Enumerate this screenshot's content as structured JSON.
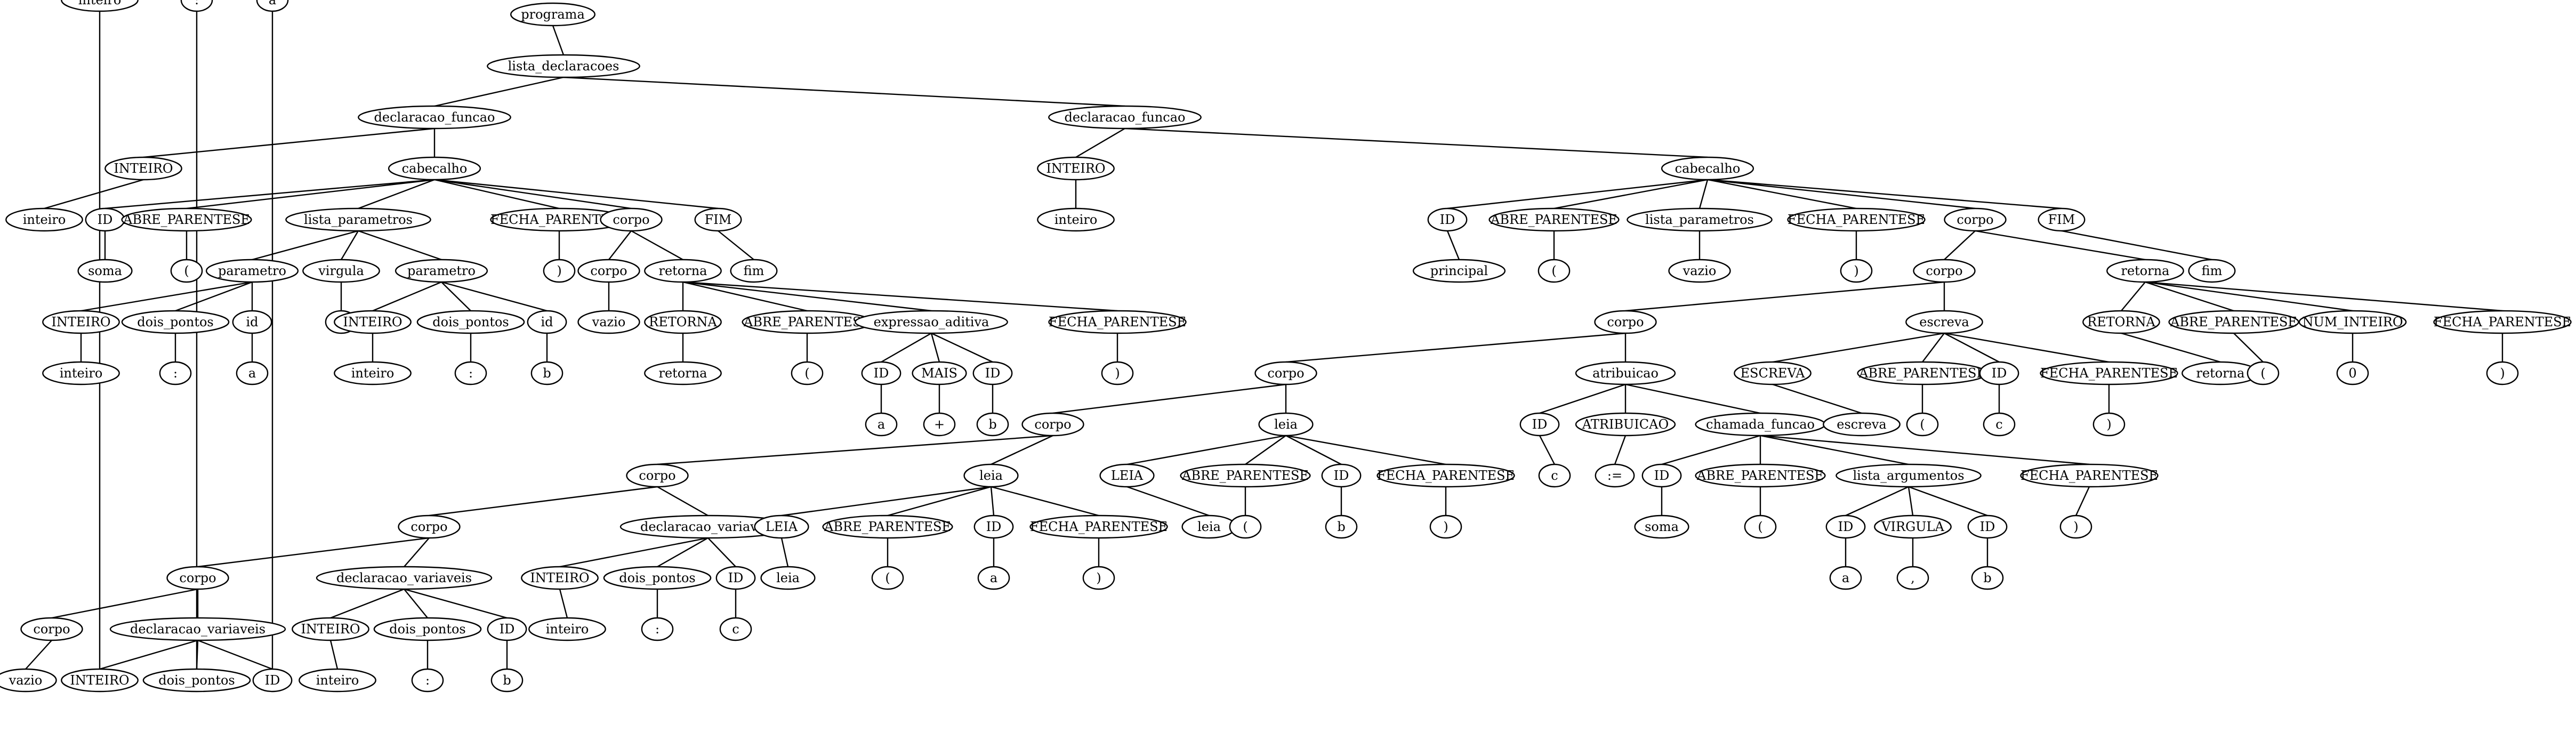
{
  "diagram": {
    "type": "tree",
    "nodes": [
      {
        "id": "n0",
        "label": "programa"
      },
      {
        "id": "n1",
        "label": "lista_declaracoes",
        "parent": "n0"
      },
      {
        "id": "n2",
        "label": "declaracao_funcao",
        "parent": "n1"
      },
      {
        "id": "n3",
        "label": "INTEIRO",
        "parent": "n2"
      },
      {
        "id": "n4",
        "label": "inteiro",
        "parent": "n3"
      },
      {
        "id": "n5",
        "label": "cabecalho",
        "parent": "n2"
      },
      {
        "id": "n6",
        "label": "ID",
        "parent": "n5"
      },
      {
        "id": "n7",
        "label": "soma",
        "parent": "n6"
      },
      {
        "id": "n8",
        "label": "ABRE_PARENTESE",
        "parent": "n5"
      },
      {
        "id": "n9",
        "label": "(",
        "parent": "n8"
      },
      {
        "id": "n10",
        "label": "lista_parametros",
        "parent": "n5"
      },
      {
        "id": "n11",
        "label": "parametro",
        "parent": "n10"
      },
      {
        "id": "n12",
        "label": "INTEIRO",
        "parent": "n11"
      },
      {
        "id": "n13",
        "label": "inteiro",
        "parent": "n12"
      },
      {
        "id": "n14",
        "label": "dois_pontos",
        "parent": "n11"
      },
      {
        "id": "n15",
        "label": ":",
        "parent": "n14"
      },
      {
        "id": "n16",
        "label": "id",
        "parent": "n11"
      },
      {
        "id": "n17",
        "label": "a",
        "parent": "n16"
      },
      {
        "id": "n18",
        "label": "virgula",
        "parent": "n10"
      },
      {
        "id": "n19",
        "label": ",",
        "parent": "n18"
      },
      {
        "id": "n20",
        "label": "parametro",
        "parent": "n10"
      },
      {
        "id": "n21",
        "label": "INTEIRO",
        "parent": "n20"
      },
      {
        "id": "n22",
        "label": "inteiro",
        "parent": "n21"
      },
      {
        "id": "n23",
        "label": "dois_pontos",
        "parent": "n20"
      },
      {
        "id": "n24",
        "label": ":",
        "parent": "n23"
      },
      {
        "id": "n25",
        "label": "id",
        "parent": "n20"
      },
      {
        "id": "n26",
        "label": "b",
        "parent": "n25"
      },
      {
        "id": "n27",
        "label": "FECHA_PARENTESE",
        "parent": "n5"
      },
      {
        "id": "n28",
        "label": ")",
        "parent": "n27"
      },
      {
        "id": "n29",
        "label": "corpo",
        "parent": "n5"
      },
      {
        "id": "n30",
        "label": "corpo",
        "parent": "n29"
      },
      {
        "id": "n31",
        "label": "vazio",
        "parent": "n30"
      },
      {
        "id": "n32",
        "label": "retorna",
        "parent": "n29"
      },
      {
        "id": "n33",
        "label": "RETORNA",
        "parent": "n32"
      },
      {
        "id": "n34",
        "label": "retorna",
        "parent": "n33"
      },
      {
        "id": "n35",
        "label": "ABRE_PARENTESE",
        "parent": "n32"
      },
      {
        "id": "n36",
        "label": "(",
        "parent": "n35"
      },
      {
        "id": "n37",
        "label": "expressao_aditiva",
        "parent": "n32"
      },
      {
        "id": "n38",
        "label": "ID",
        "parent": "n37"
      },
      {
        "id": "n39",
        "label": "a",
        "parent": "n38"
      },
      {
        "id": "n40",
        "label": "MAIS",
        "parent": "n37"
      },
      {
        "id": "n41",
        "label": "+",
        "parent": "n40"
      },
      {
        "id": "n42",
        "label": "ID",
        "parent": "n37"
      },
      {
        "id": "n43",
        "label": "b",
        "parent": "n42"
      },
      {
        "id": "n44",
        "label": "FECHA_PARENTESE",
        "parent": "n32"
      },
      {
        "id": "n45",
        "label": ")",
        "parent": "n44"
      },
      {
        "id": "n46",
        "label": "FIM",
        "parent": "n5"
      },
      {
        "id": "n47",
        "label": "fim",
        "parent": "n46"
      },
      {
        "id": "n48",
        "label": "declaracao_funcao",
        "parent": "n1"
      },
      {
        "id": "n49",
        "label": "INTEIRO",
        "parent": "n48"
      },
      {
        "id": "n50",
        "label": "inteiro",
        "parent": "n49"
      },
      {
        "id": "n51",
        "label": "cabecalho",
        "parent": "n48"
      },
      {
        "id": "n52",
        "label": "ID",
        "parent": "n51"
      },
      {
        "id": "n53",
        "label": "principal",
        "parent": "n52"
      },
      {
        "id": "n54",
        "label": "ABRE_PARENTESE",
        "parent": "n51"
      },
      {
        "id": "n55",
        "label": "(",
        "parent": "n54"
      },
      {
        "id": "n56",
        "label": "lista_parametros",
        "parent": "n51"
      },
      {
        "id": "n57",
        "label": "vazio",
        "parent": "n56"
      },
      {
        "id": "n58",
        "label": "FECHA_PARENTESE",
        "parent": "n51"
      },
      {
        "id": "n59",
        "label": ")",
        "parent": "n58"
      },
      {
        "id": "n60",
        "label": "corpo",
        "parent": "n51"
      },
      {
        "id": "n61",
        "label": "corpo",
        "parent": "n60"
      },
      {
        "id": "n62",
        "label": "corpo",
        "parent": "n61"
      },
      {
        "id": "n63",
        "label": "corpo",
        "parent": "n62"
      },
      {
        "id": "n64",
        "label": "corpo",
        "parent": "n63"
      },
      {
        "id": "n65",
        "label": "corpo",
        "parent": "n64"
      },
      {
        "id": "n66",
        "label": "corpo",
        "parent": "n65"
      },
      {
        "id": "n67",
        "label": "corpo",
        "parent": "n66"
      },
      {
        "id": "n68",
        "label": "corpo",
        "parent": "n67"
      },
      {
        "id": "n69",
        "label": "vazio",
        "parent": "n68"
      },
      {
        "id": "n70",
        "label": "declaracao_variaveis",
        "parent": "n67"
      },
      {
        "id": "n71",
        "label": "INTEIRO",
        "parent": "n70"
      },
      {
        "id": "n72",
        "label": "inteiro",
        "parent": "n71"
      },
      {
        "id": "n73",
        "label": "dois_pontos",
        "parent": "n70"
      },
      {
        "id": "n74",
        "label": ":",
        "parent": "n73"
      },
      {
        "id": "n75",
        "label": "ID",
        "parent": "n70"
      },
      {
        "id": "n76",
        "label": "a",
        "parent": "n75"
      },
      {
        "id": "n77",
        "label": "declaracao_variaveis",
        "parent": "n66"
      },
      {
        "id": "n78",
        "label": "INTEIRO",
        "parent": "n77"
      },
      {
        "id": "n79",
        "label": "inteiro",
        "parent": "n78"
      },
      {
        "id": "n80",
        "label": "dois_pontos",
        "parent": "n77"
      },
      {
        "id": "n81",
        "label": ":",
        "parent": "n80"
      },
      {
        "id": "n82",
        "label": "ID",
        "parent": "n77"
      },
      {
        "id": "n83",
        "label": "b",
        "parent": "n82"
      },
      {
        "id": "n84",
        "label": "declaracao_variaveis",
        "parent": "n65"
      },
      {
        "id": "n85",
        "label": "INTEIRO",
        "parent": "n84"
      },
      {
        "id": "n86",
        "label": "inteiro",
        "parent": "n85"
      },
      {
        "id": "n87",
        "label": "dois_pontos",
        "parent": "n84"
      },
      {
        "id": "n88",
        "label": ":",
        "parent": "n87"
      },
      {
        "id": "n89",
        "label": "ID",
        "parent": "n84"
      },
      {
        "id": "n90",
        "label": "c",
        "parent": "n89"
      },
      {
        "id": "n91",
        "label": "leia",
        "parent": "n64"
      },
      {
        "id": "n92",
        "label": "LEIA",
        "parent": "n91"
      },
      {
        "id": "n93",
        "label": "leia",
        "parent": "n92"
      },
      {
        "id": "n94",
        "label": "ABRE_PARENTESE",
        "parent": "n91"
      },
      {
        "id": "n95",
        "label": "(",
        "parent": "n94"
      },
      {
        "id": "n96",
        "label": "ID",
        "parent": "n91"
      },
      {
        "id": "n97",
        "label": "a",
        "parent": "n96"
      },
      {
        "id": "n98",
        "label": "FECHA_PARENTESE",
        "parent": "n91"
      },
      {
        "id": "n99",
        "label": ")",
        "parent": "n98"
      },
      {
        "id": "n100",
        "label": "leia",
        "parent": "n63"
      },
      {
        "id": "n101",
        "label": "LEIA",
        "parent": "n100"
      },
      {
        "id": "n102",
        "label": "leia",
        "parent": "n101"
      },
      {
        "id": "n103",
        "label": "ABRE_PARENTESE",
        "parent": "n100"
      },
      {
        "id": "n104",
        "label": "(",
        "parent": "n103"
      },
      {
        "id": "n105",
        "label": "ID",
        "parent": "n100"
      },
      {
        "id": "n106",
        "label": "b",
        "parent": "n105"
      },
      {
        "id": "n107",
        "label": "FECHA_PARENTESE",
        "parent": "n100"
      },
      {
        "id": "n108",
        "label": ")",
        "parent": "n107"
      },
      {
        "id": "n109",
        "label": "atribuicao",
        "parent": "n62"
      },
      {
        "id": "n110",
        "label": "ID",
        "parent": "n109"
      },
      {
        "id": "n111",
        "label": "c",
        "parent": "n110"
      },
      {
        "id": "n112",
        "label": "ATRIBUICAO",
        "parent": "n109"
      },
      {
        "id": "n113",
        "label": ":=",
        "parent": "n112"
      },
      {
        "id": "n114",
        "label": "chamada_funcao",
        "parent": "n109"
      },
      {
        "id": "n115",
        "label": "ID",
        "parent": "n114"
      },
      {
        "id": "n116",
        "label": "soma",
        "parent": "n115"
      },
      {
        "id": "n117",
        "label": "ABRE_PARENTESE",
        "parent": "n114"
      },
      {
        "id": "n118",
        "label": "(",
        "parent": "n117"
      },
      {
        "id": "n119",
        "label": "lista_argumentos",
        "parent": "n114"
      },
      {
        "id": "n120",
        "label": "ID",
        "parent": "n119"
      },
      {
        "id": "n121",
        "label": "a",
        "parent": "n120"
      },
      {
        "id": "n122",
        "label": "VIRGULA",
        "parent": "n119"
      },
      {
        "id": "n123",
        "label": ",",
        "parent": "n122"
      },
      {
        "id": "n124",
        "label": "ID",
        "parent": "n119"
      },
      {
        "id": "n125",
        "label": "b",
        "parent": "n124"
      },
      {
        "id": "n126",
        "label": "FECHA_PARENTESE",
        "parent": "n114"
      },
      {
        "id": "n127",
        "label": ")",
        "parent": "n126"
      },
      {
        "id": "n128",
        "label": "escreva",
        "parent": "n61"
      },
      {
        "id": "n129",
        "label": "ESCREVA",
        "parent": "n128"
      },
      {
        "id": "n130",
        "label": "escreva",
        "parent": "n129"
      },
      {
        "id": "n131",
        "label": "ABRE_PARENTESE",
        "parent": "n128"
      },
      {
        "id": "n132",
        "label": "(",
        "parent": "n131"
      },
      {
        "id": "n133",
        "label": "ID",
        "parent": "n128"
      },
      {
        "id": "n134",
        "label": "c",
        "parent": "n133"
      },
      {
        "id": "n135",
        "label": "FECHA_PARENTESE",
        "parent": "n128"
      },
      {
        "id": "n136",
        "label": ")",
        "parent": "n135"
      },
      {
        "id": "n137",
        "label": "retorna",
        "parent": "n60"
      },
      {
        "id": "n138",
        "label": "RETORNA",
        "parent": "n137"
      },
      {
        "id": "n139",
        "label": "retorna",
        "parent": "n138"
      },
      {
        "id": "n140",
        "label": "ABRE_PARENTESE",
        "parent": "n137"
      },
      {
        "id": "n141",
        "label": "(",
        "parent": "n140"
      },
      {
        "id": "n142",
        "label": "NUM_INTEIRO",
        "parent": "n137"
      },
      {
        "id": "n143",
        "label": "0",
        "parent": "n142"
      },
      {
        "id": "n144",
        "label": "FECHA_PARENTESE",
        "parent": "n137"
      },
      {
        "id": "n145",
        "label": ")",
        "parent": "n144"
      },
      {
        "id": "n146",
        "label": "FIM",
        "parent": "n51"
      },
      {
        "id": "n147",
        "label": "fim",
        "parent": "n146"
      }
    ]
  }
}
